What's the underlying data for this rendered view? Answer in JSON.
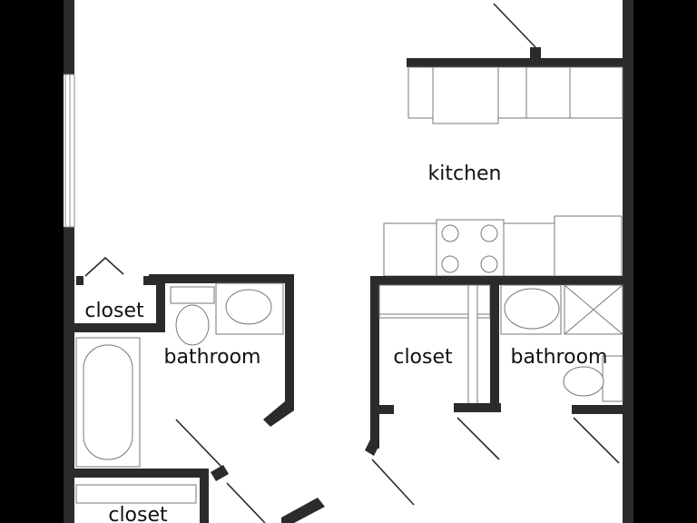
{
  "rooms": {
    "kitchen": "kitchen",
    "closet_left": "closet",
    "bathroom_left": "bathroom",
    "closet_center": "closet",
    "bathroom_right": "bathroom",
    "closet_bottom": "closet"
  },
  "colors": {
    "wall": "#2b2b2b",
    "background": "#000000",
    "floor": "#ffffff",
    "fixture_line": "#777777"
  }
}
